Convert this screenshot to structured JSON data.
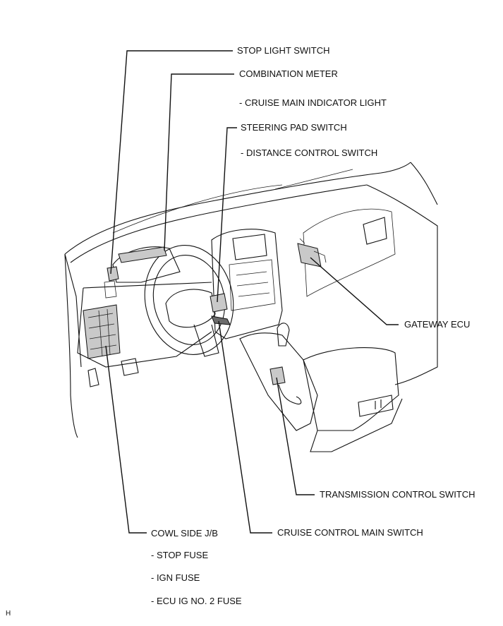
{
  "labels": {
    "stop_light_switch": "STOP LIGHT SWITCH",
    "combination_meter": "COMBINATION METER",
    "cruise_main_indicator": "- CRUISE MAIN INDICATOR LIGHT",
    "steering_pad_switch": "STEERING PAD SWITCH",
    "distance_control_switch": "- DISTANCE CONTROL SWITCH",
    "gateway_ecu": "GATEWAY ECU",
    "transmission_control_switch": "TRANSMISSION CONTROL SWITCH",
    "cowl_side_jb": "COWL SIDE J/B",
    "stop_fuse": "- STOP FUSE",
    "ign_fuse": "- IGN FUSE",
    "ecu_ig_no2_fuse": "- ECU IG NO. 2 FUSE",
    "cruise_control_main_switch": "CRUISE CONTROL MAIN SWITCH",
    "corner_mark": "H"
  }
}
